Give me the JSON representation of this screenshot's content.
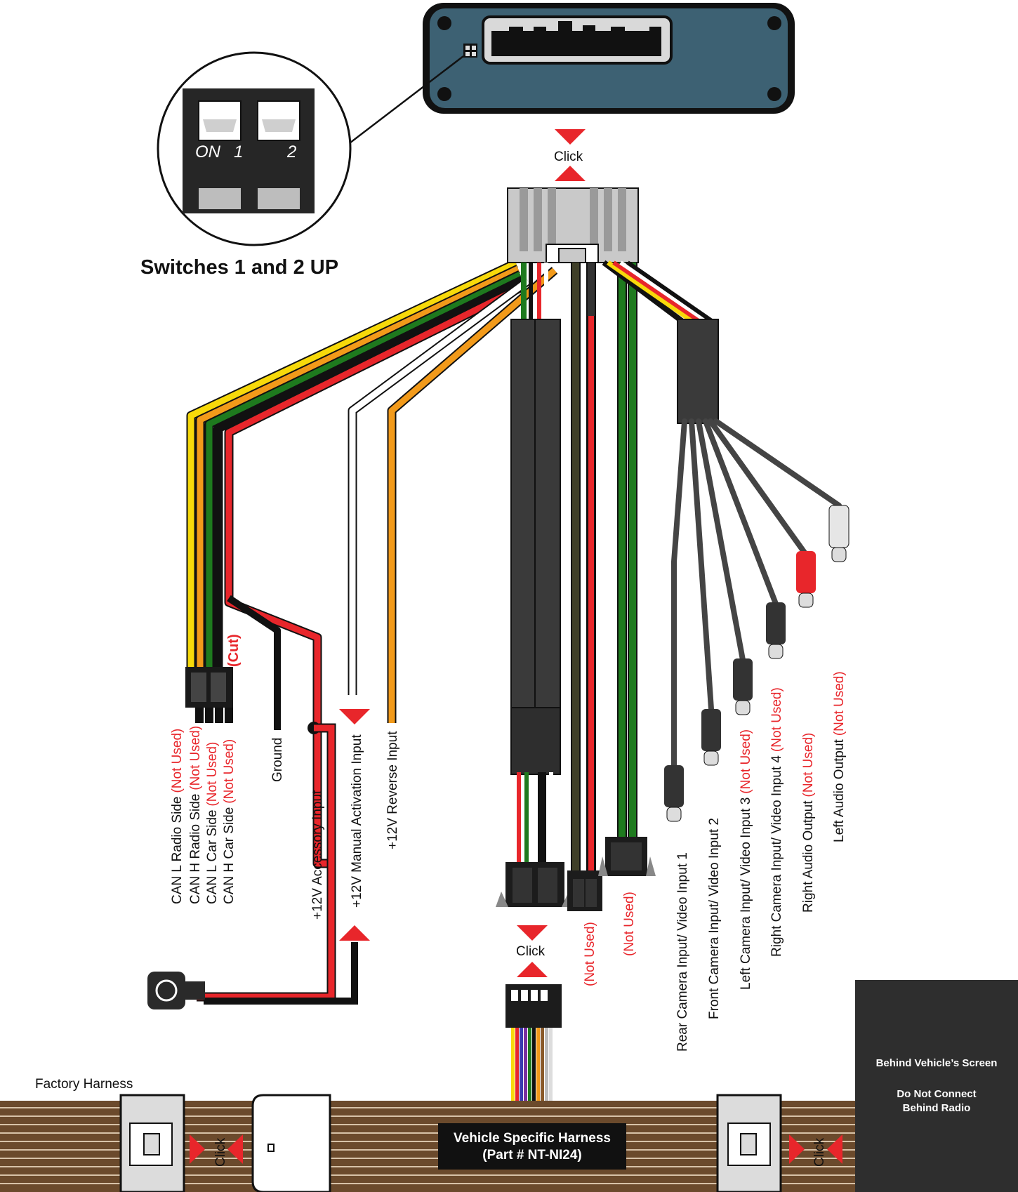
{
  "click_label": "Click",
  "switches": {
    "caption": "Switches 1 and 2 UP",
    "on_label": "ON",
    "switch_1": "1",
    "switch_2": "2"
  },
  "cut_label": "(Cut)",
  "not_used": "(Not Used)",
  "left_wires": [
    {
      "label": "CAN L Radio Side",
      "suffix": "(Not Used)",
      "color": "#f7d90a"
    },
    {
      "label": "CAN H Radio Side",
      "suffix": "(Not Used)",
      "color": "#f29a1a"
    },
    {
      "label": "CAN L Car Side",
      "suffix": "(Not Used)",
      "color": "#1e7a1e"
    },
    {
      "label": "CAN H Car Side",
      "suffix": "(Not Used)",
      "color": "#111111"
    }
  ],
  "ground_label": "Ground",
  "accessory_label": "+12V Accessory Input",
  "manual_label": "+12V Manual Activation Input",
  "reverse_label": "+12V Reverse Input",
  "camera_labels": [
    {
      "label": "Rear Camera Input/ Video Input 1",
      "suffix": ""
    },
    {
      "label": "Front Camera Input/ Video Input 2",
      "suffix": ""
    },
    {
      "label": "Left Camera Input/ Video Input 3",
      "suffix": "(Not Used)"
    },
    {
      "label": "Right Camera Input/ Video Input 4",
      "suffix": "(Not Used)"
    },
    {
      "label": "Right Audio Output",
      "suffix": "(Not Used)"
    },
    {
      "label": "Left Audio Output",
      "suffix": "(Not Used)"
    }
  ],
  "factory_harness": "Factory Harness",
  "vehicle_harness": {
    "line1": "Vehicle Specific Harness",
    "line2": "(Part # NT-NI24)"
  },
  "note": {
    "line1": "Behind Vehicle’s Screen",
    "line2": "Do Not Connect",
    "line3": "Behind Radio"
  }
}
